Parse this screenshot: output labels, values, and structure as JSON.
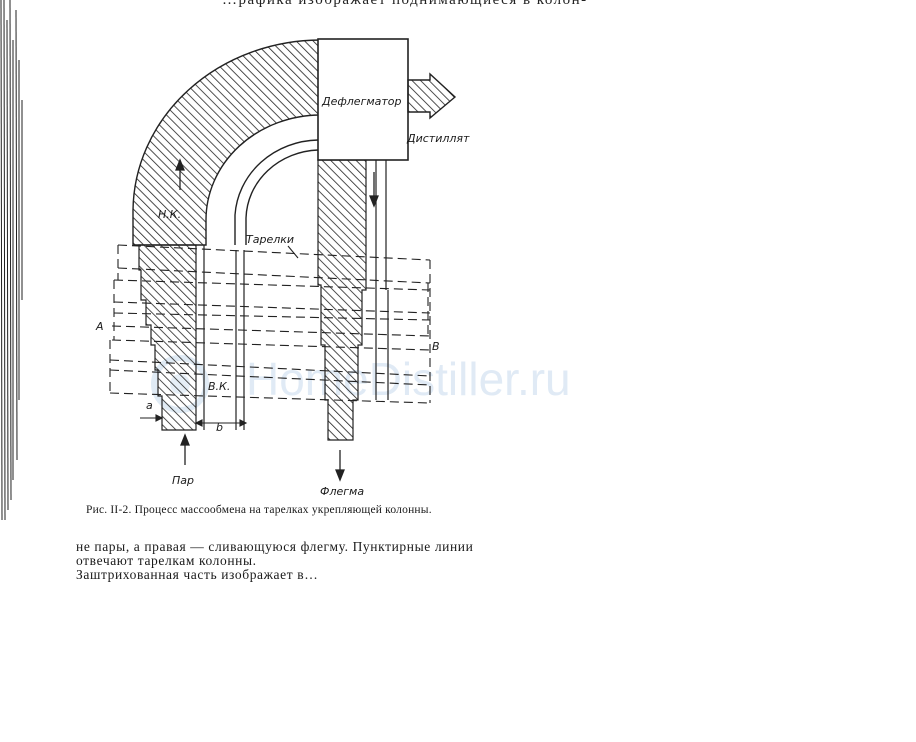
{
  "page": {
    "top_text": "…рафика изображает поднимающиеся в колон-",
    "caption": "Рис. II-2. Процесс массообмена на тарелках укрепляющей колонны.",
    "body_lines": [
      "не пары, а правая — сливающуюся флегму. Пунктирные линии",
      "отвечают тарелкам колонны.",
      "Заштрихованная часть изображает в…"
    ],
    "watermark": "HomeDistiller.ru"
  },
  "figure": {
    "labels": {
      "condenser": "Дефлегматор",
      "distillate": "Дистиллят",
      "plates": "Тарелки",
      "nk": "Н.К.",
      "vk": "В.К.",
      "a_left": "А",
      "b_right": "В",
      "a_small": "a",
      "b_small": "b",
      "vapor": "Пар",
      "reflux": "Флегма"
    }
  }
}
